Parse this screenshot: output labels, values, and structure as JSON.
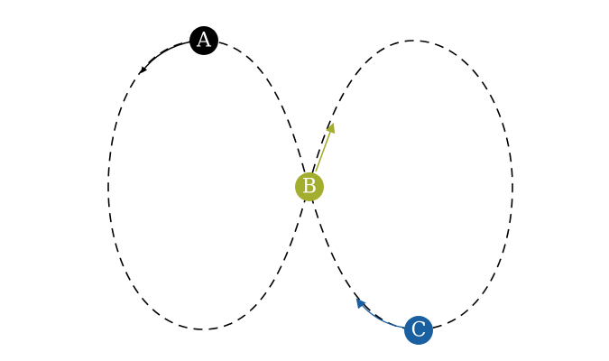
{
  "diagram": {
    "nodes": [
      {
        "id": "A",
        "label": "A",
        "color": "#000000"
      },
      {
        "id": "B",
        "label": "B",
        "color": "#a3ad2e"
      },
      {
        "id": "C",
        "label": "C",
        "color": "#1a5fa0"
      }
    ],
    "arrows": [
      {
        "from": "A",
        "color": "#000000",
        "shape": "curved-arc"
      },
      {
        "from": "B",
        "color": "#a3ad2e",
        "shape": "straight"
      },
      {
        "from": "C",
        "color": "#1a5fa0",
        "shape": "curved-arc"
      }
    ],
    "track": {
      "shape": "figure-eight",
      "style": "dashed",
      "color": "#000000"
    }
  }
}
